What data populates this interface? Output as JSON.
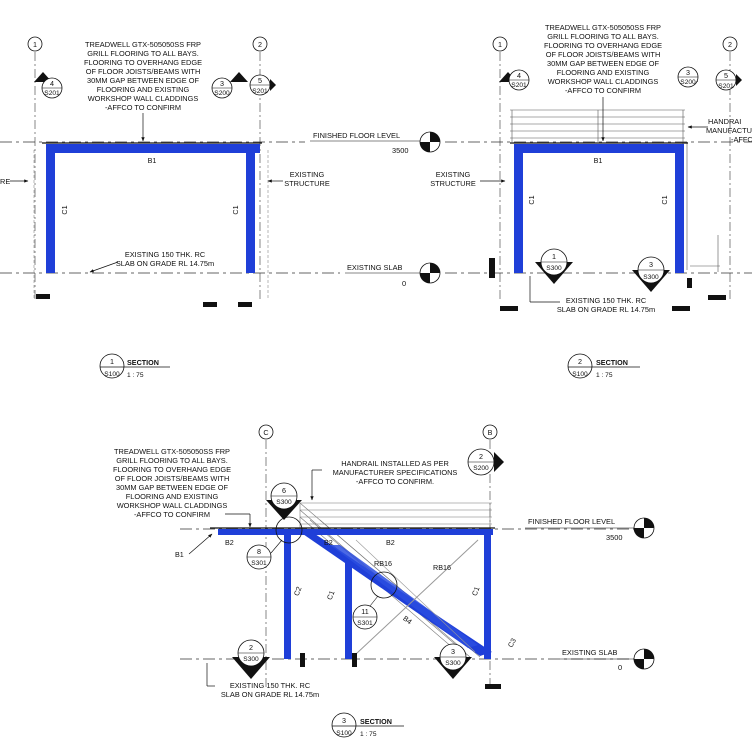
{
  "floor_note": [
    "TREADWELL GTX-505050SS FRP",
    "GRILL FLOORING TO ALL BAYS.",
    "FLOORING TO OVERHANG EDGE",
    "OF FLOOR JOISTS/BEAMS WITH",
    "30MM GAP BETWEEN EDGE OF",
    "FLOORING AND EXISTING",
    "WORKSHOP WALL CLADDINGS",
    "-AFFCO TO CONFIRM"
  ],
  "grid": {
    "one": "1",
    "two": "2",
    "c": "C",
    "b": "B"
  },
  "levels": {
    "ffl_label": "FINISHED FLOOR LEVEL",
    "ffl_value": "3500",
    "slab_label": "EXISTING SLAB",
    "slab_value": "0"
  },
  "existing_structure": [
    "EXISTING",
    "STRUCTURE"
  ],
  "slab_note": [
    "EXISTING 150 THK. RC",
    "SLAB ON GRADE RL 14.75m"
  ],
  "handrail_note": [
    "HANDRAIL INSTALLED AS PER",
    "MANUFACTURER SPECIFICATIONS",
    "-AFFCO TO CONFIRM."
  ],
  "handrail_partial": [
    "HANDRAI",
    "MANUFACTU",
    "-AFFC"
  ],
  "partial_label": "RE",
  "members": {
    "b1": "B1",
    "b2": "B2",
    "b4": "B4",
    "c1": "C1",
    "c2": "C2",
    "c3": "C3",
    "rb16": "RB16"
  },
  "refs": {
    "s201": "S201",
    "s200": "S200",
    "s300": "S300",
    "s301": "S301",
    "s100": "S100",
    "n1": "1",
    "n2": "2",
    "n3": "3",
    "n4": "4",
    "n5": "5",
    "n6": "6",
    "n8": "8",
    "n11": "11"
  },
  "section_titles": [
    {
      "number": "1",
      "sheet": "S100",
      "label": "SECTION",
      "scale": "1 : 75"
    },
    {
      "number": "2",
      "sheet": "S100",
      "label": "SECTION",
      "scale": "1 : 75"
    },
    {
      "number": "3",
      "sheet": "S100",
      "label": "SECTION",
      "scale": "1 : 75"
    }
  ],
  "colors": {
    "steel": "#1f3fd8",
    "line": "#111111",
    "dash": "#555555"
  }
}
